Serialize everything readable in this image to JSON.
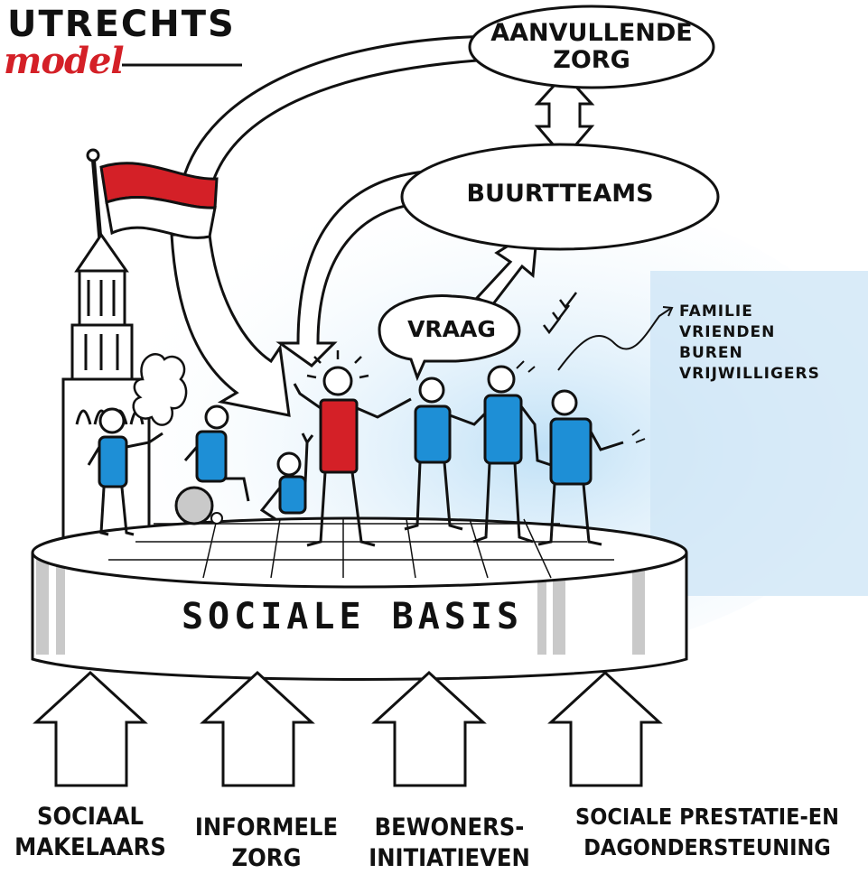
{
  "title": {
    "line1": "UTRECHTS",
    "line2": "model"
  },
  "bubbles": {
    "aanvullende_zorg": "AANVULLENDE\nZORG",
    "buurtteams": "BUURTTEAMS",
    "vraag": "VRAAG"
  },
  "network_list": [
    "FAMILIE",
    "VRIENDEN",
    "BUREN",
    "VRIJWILLIGERS"
  ],
  "platform_label": "SOCIALE BASIS",
  "bottom_labels": [
    "SOCIAAL\nMAKELAARS",
    "INFORMELE\nZORG",
    "BEWONERS-\nINITIATIEVEN",
    "SOCIALE PRESTATIE-EN\nDAGONDERSTEUNING"
  ],
  "colors": {
    "red": "#d42027",
    "blue": "#1e8fd6",
    "sky": "#cfe6f6",
    "ink": "#111111",
    "grey": "#b8b8b8"
  }
}
